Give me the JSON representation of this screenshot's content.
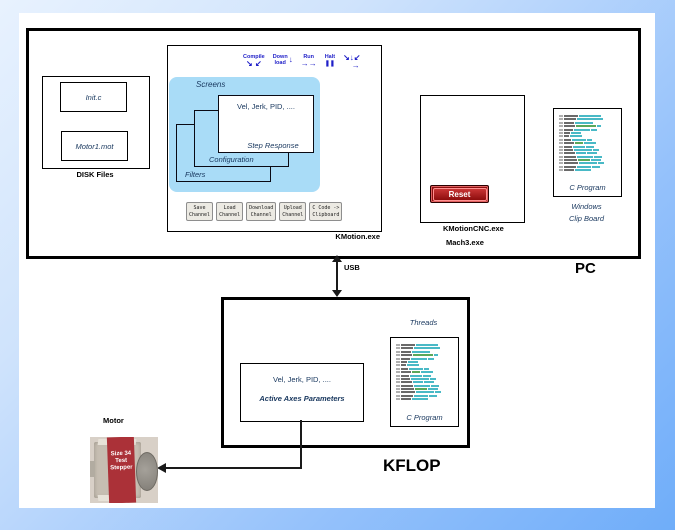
{
  "pc": {
    "label": "PC",
    "disk_files": {
      "label": "DISK Files",
      "file1": "Init.c",
      "file2": "Motor1.mot"
    },
    "kmotion": {
      "label": "KMotion.exe",
      "toolbar": {
        "compile": {
          "label": "Compile",
          "glyph": "↘ ↙"
        },
        "download": {
          "label1": "Down",
          "label2": "load",
          "glyph": "↓"
        },
        "run": {
          "label": "Run",
          "glyph": "→→"
        },
        "halt": {
          "label": "Halt",
          "glyph": "❚❚"
        },
        "step": {
          "glyph1": "↘↓↙",
          "glyph2": "→"
        }
      },
      "screens": {
        "label": "Screens",
        "front_title": "Vel, Jerk, PID, ....",
        "front_caption": "Step Response",
        "middle_caption": "Configuration",
        "back_caption": "Filters"
      },
      "buttons": [
        {
          "line1": "Save",
          "line2": "Channel"
        },
        {
          "line1": "Load",
          "line2": "Channel"
        },
        {
          "line1": "Download",
          "line2": "Channel"
        },
        {
          "line1": "Upload",
          "line2": "Channel"
        },
        {
          "line1": "C Code ->",
          "line2": "Clipboard"
        }
      ]
    },
    "kmotioncnc": {
      "reset_label": "Reset",
      "caption1": "KMotionCNC.exe",
      "caption2": "Mach3.exe"
    },
    "clipboard": {
      "program_label": "C Program",
      "caption1": "Windows",
      "caption2": "Clip Board"
    }
  },
  "usb": {
    "label": "USB"
  },
  "kflop": {
    "label": "KFLOP",
    "threads_label": "Threads",
    "program_label": "C Program",
    "axes": {
      "title": "Vel, Jerk, PID, ....",
      "caption": "Active Axes Parameters"
    }
  },
  "motor": {
    "label": "Motor",
    "band_line1": "Size 34",
    "band_line2": "Test",
    "band_line3": "Stepper"
  },
  "colors": {
    "toolbar_blue": "#1f1fc8",
    "screens_bg": "#a9dcf7",
    "frame_light": "#e8f2fe",
    "frame_dark": "#6fadf9",
    "reset_red": "#8c0f0f"
  }
}
